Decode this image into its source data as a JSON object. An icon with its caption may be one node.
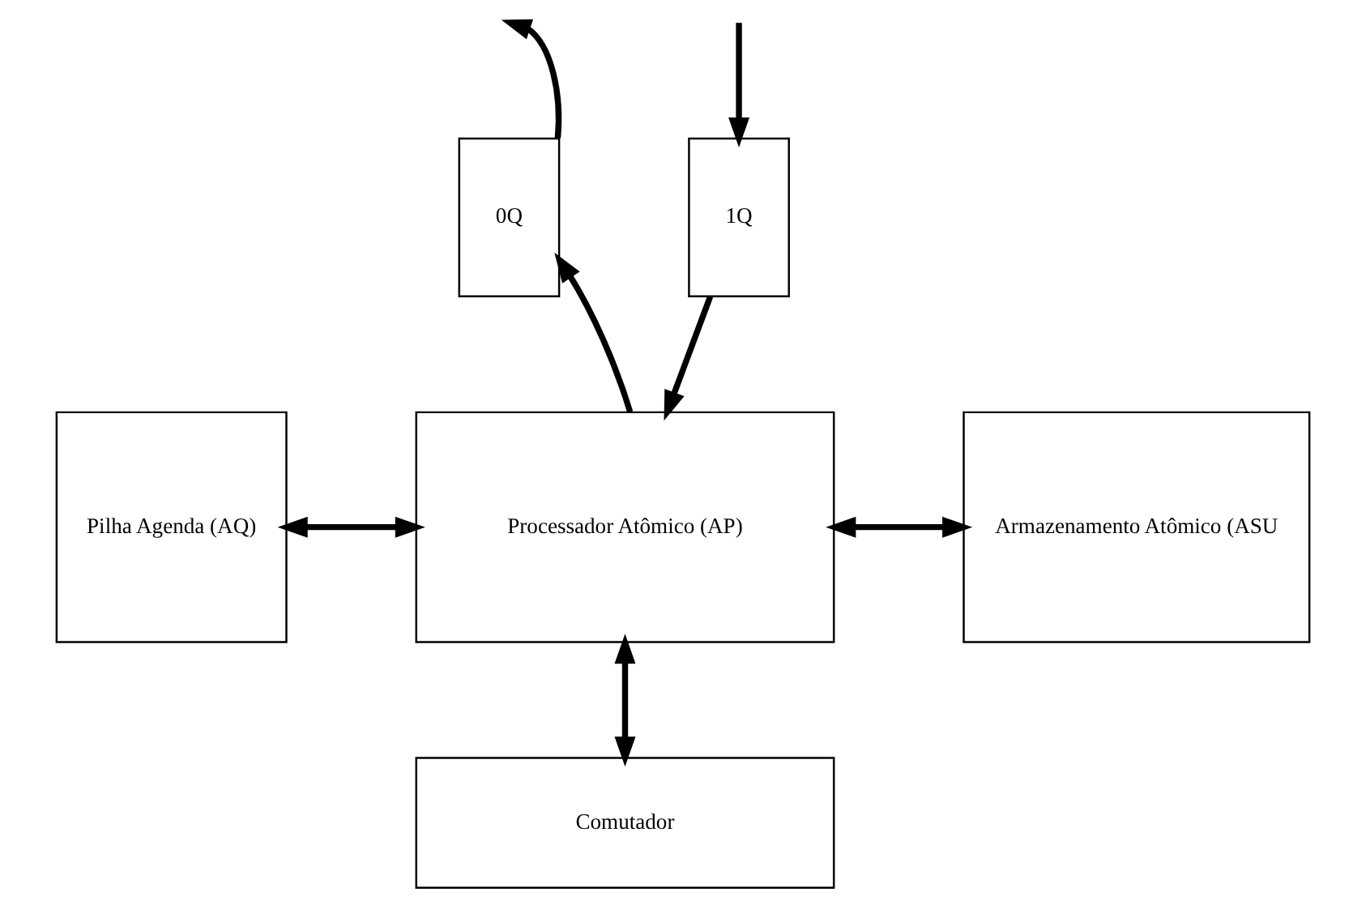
{
  "diagram": {
    "nodes": [
      {
        "text": [
          "1Q"
        ]
      },
      {
        "text": [
          "0Q"
        ]
      },
      {
        "text": [
          "Pilha Agenda (AQ)"
        ]
      },
      {
        "text": [
          "Processador Atômico (AP)"
        ]
      },
      {
        "text": [
          "Armazenamento Atômico (ASU"
        ]
      },
      {
        "text": [
          "Comutador"
        ]
      }
    ],
    "edges": [
      {
        "from": null,
        "to": 0,
        "arrow": "to"
      },
      {
        "from": 0,
        "to": 3,
        "arrow": "to"
      },
      {
        "from": 3,
        "to": 1,
        "arrow": "to"
      },
      {
        "from": 1,
        "to": null,
        "arrow": "to"
      },
      {
        "from": 2,
        "to": 3,
        "arrow": "both"
      },
      {
        "from": 3,
        "to": 4,
        "arrow": "both"
      },
      {
        "from": 3,
        "to": 5,
        "arrow": "both"
      }
    ]
  }
}
